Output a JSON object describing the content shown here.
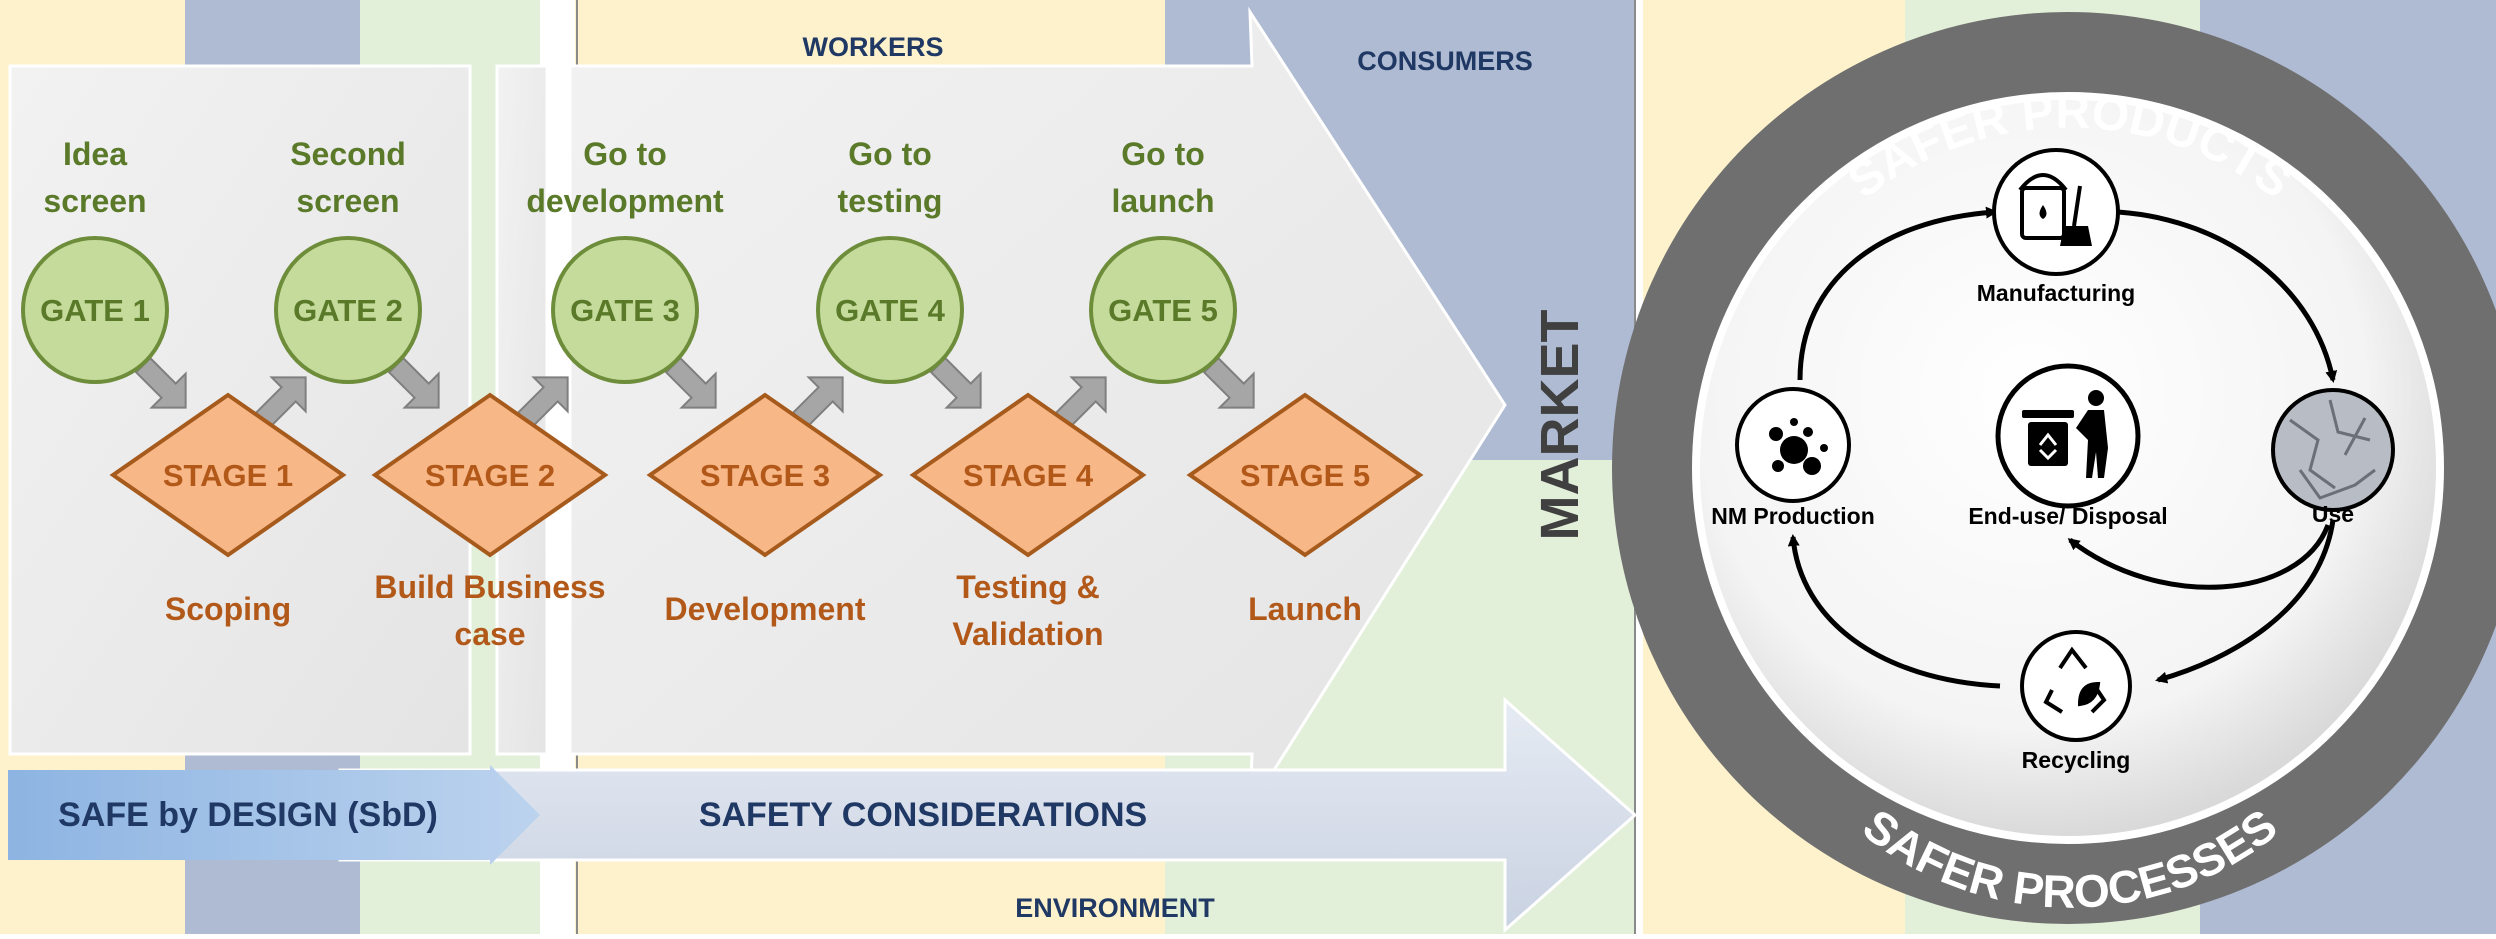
{
  "bands": {
    "workers": "WORKERS",
    "consumers": "CONSUMERS",
    "environment": "ENVIRONMENT",
    "market": "MARKET"
  },
  "gates": [
    {
      "id": "g1",
      "label": "GATE 1",
      "caption": [
        "Idea",
        "screen"
      ]
    },
    {
      "id": "g2",
      "label": "GATE 2",
      "caption": [
        "Second",
        "screen"
      ]
    },
    {
      "id": "g3",
      "label": "GATE 3",
      "caption": [
        "Go to",
        "development"
      ]
    },
    {
      "id": "g4",
      "label": "GATE 4",
      "caption": [
        "Go to",
        "testing"
      ]
    },
    {
      "id": "g5",
      "label": "GATE 5",
      "caption": [
        "Go to",
        "launch"
      ]
    }
  ],
  "stages": [
    {
      "id": "s1",
      "label": "STAGE 1",
      "caption": [
        "Scoping"
      ]
    },
    {
      "id": "s2",
      "label": "STAGE 2",
      "caption": [
        "Build Business",
        "case"
      ]
    },
    {
      "id": "s3",
      "label": "STAGE 3",
      "caption": [
        "Development"
      ]
    },
    {
      "id": "s4",
      "label": "STAGE 4",
      "caption": [
        "Testing &",
        "Validation"
      ]
    },
    {
      "id": "s5",
      "label": "STAGE 5",
      "caption": [
        "Launch"
      ]
    }
  ],
  "bottom_arrow": {
    "sbd": "SAFE by DESIGN (SbD)",
    "safety": "SAFETY CONSIDERATIONS"
  },
  "lifecycle": {
    "top_arc": "SAFER PRODUCTS",
    "bottom_arc": "SAFER PROCESSES",
    "nodes": {
      "manufacturing": "Manufacturing",
      "use": "Use",
      "recycling": "Recycling",
      "nm_production": "NM Production",
      "end_use": "End-use/ Disposal"
    }
  },
  "colors": {
    "yellow": "#fdf2cc",
    "blue": "#aebbd2",
    "green": "#e2efd9",
    "gate_fill": "#c5db9b",
    "gate_stroke": "#6e8d3b",
    "gate_text": "#5a7a2a",
    "stage_fill": "#f7b787",
    "stage_stroke": "#a65a1c",
    "stage_text": "#b2591a",
    "navy": "#1f3864",
    "ring": "#6f6f6f"
  }
}
